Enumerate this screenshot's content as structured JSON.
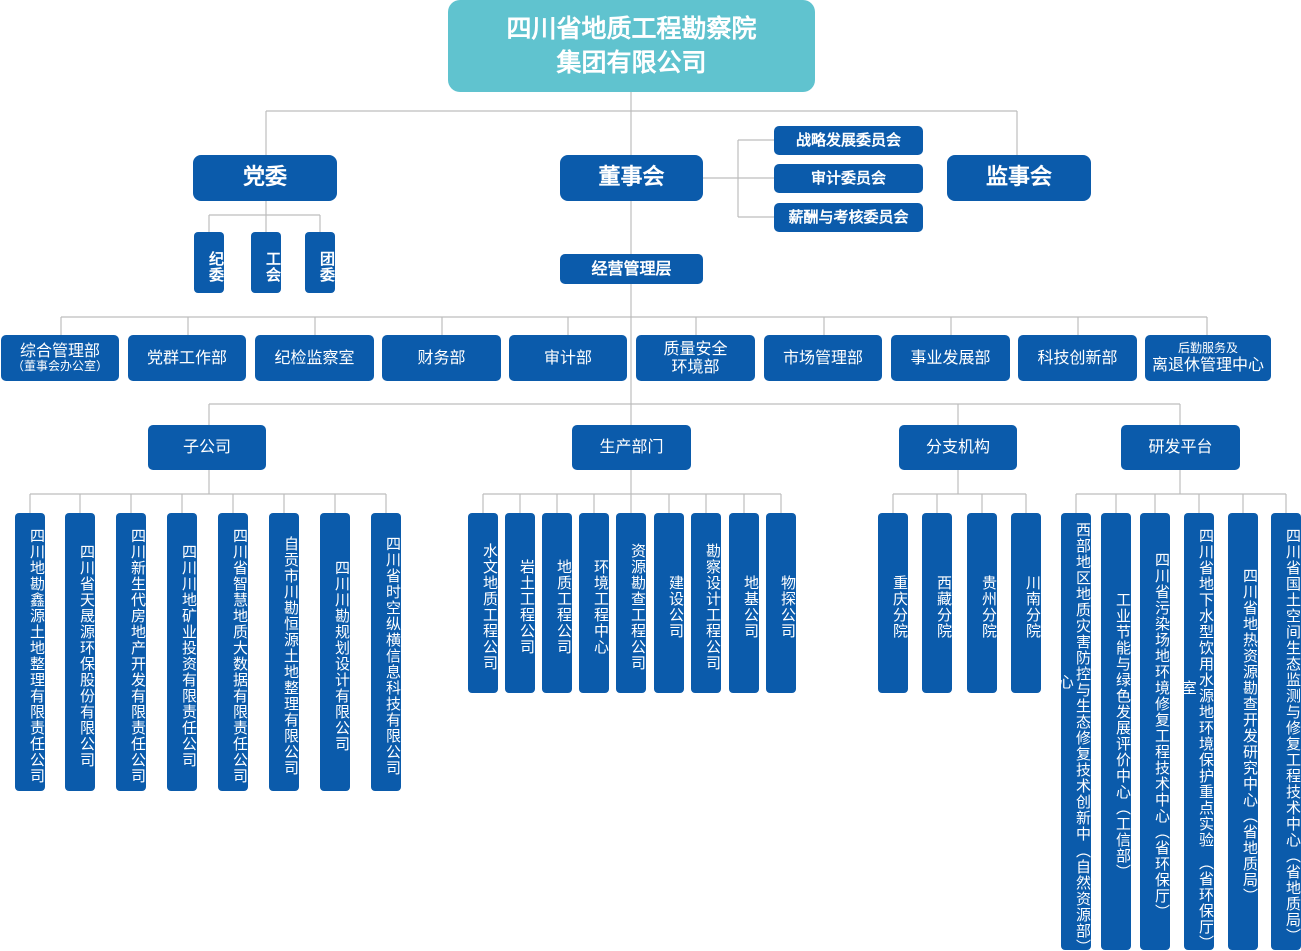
{
  "root": {
    "line1": "四川省地质工程勘察院",
    "line2": "集团有限公司"
  },
  "governance": {
    "party": "党委",
    "board": "董事会",
    "supervisors": "监事会"
  },
  "party_units": [
    "纪委",
    "工会",
    "团委"
  ],
  "committees": [
    "战略发展委员会",
    "审计委员会",
    "薪酬与考核委员会"
  ],
  "management": "经营管理层",
  "departments": [
    {
      "name": "综合管理部",
      "sub": "（董事会办公室）"
    },
    {
      "name": "党群工作部"
    },
    {
      "name": "纪检监察室"
    },
    {
      "name": "财务部"
    },
    {
      "name": "审计部"
    },
    {
      "name": "质量安全",
      "line2": "环境部"
    },
    {
      "name": "市场管理部"
    },
    {
      "name": "事业发展部"
    },
    {
      "name": "科技创新部"
    },
    {
      "top": "后勤服务及",
      "name": "离退休管理中心"
    }
  ],
  "categories": [
    "子公司",
    "生产部门",
    "分支机构",
    "研发平台"
  ],
  "subsidiaries": [
    "四川地勘鑫源土地整理有限责任公司",
    "四川省天晟源环保股份有限公司",
    "四川新生代房地产开发有限责任公司",
    "四川川地矿业投资有限责任公司",
    "四川省智慧地质大数据有限责任公司",
    "自贡市川勘恒源土地整理有限公司",
    "四川川勘规划设计有限公司",
    "四川省时空纵横信息科技有限公司"
  ],
  "production": [
    "水文地质工程公司",
    "岩土工程公司",
    "地质工程公司",
    "环境工程中心",
    "资源勘查工程公司",
    "建设公司",
    "勘察设计工程公司",
    "地基公司",
    "物探公司"
  ],
  "branches": [
    "重庆分院",
    "西藏分院",
    "贵州分院",
    "川南分院"
  ],
  "rnd": [
    [
      "西部地区地质灾害防控与生态修复技术创新中心",
      "（自然资源部）"
    ],
    [
      "工业节能与绿色发展评价中心",
      "（工信部）"
    ],
    [
      "四川省污染场地环境修复工程技术中心",
      "（省环保厅）"
    ],
    [
      "四川省地下水型饮用水源地环境保护重点实验室",
      "（省环保厅）"
    ],
    [
      "四川省地热资源勘查开发研究中心",
      "（省地质局）"
    ],
    [
      "四川省国土空间生态监测与修复工程技术中心",
      "（省地质局）"
    ]
  ],
  "colors": {
    "box": "#0b5bab",
    "root": "#60c3cf",
    "line": "#bdbdbd",
    "text": "#ffffff"
  }
}
